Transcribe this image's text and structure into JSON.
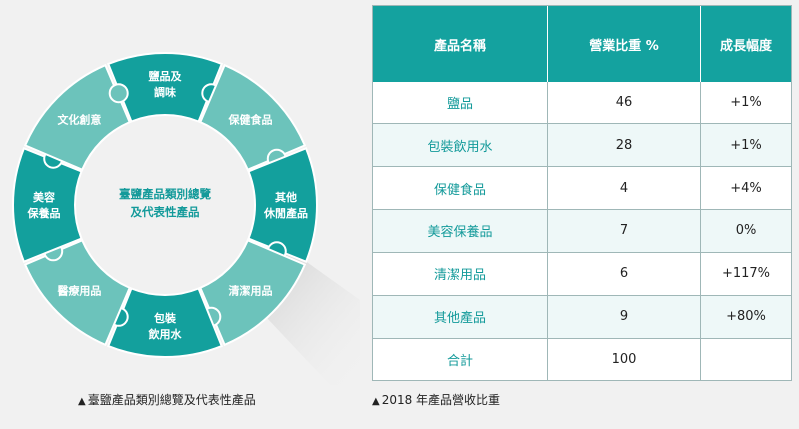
{
  "diagram": {
    "center_line1": "臺鹽產品類別總覽",
    "center_line2": "及代表性產品",
    "segments": [
      {
        "lines": [
          "鹽品及",
          "調味"
        ],
        "color": "#13a09d"
      },
      {
        "lines": [
          "保健食品"
        ],
        "color": "#6cc3bb"
      },
      {
        "lines": [
          "其他",
          "休閒產品"
        ],
        "color": "#13a09d"
      },
      {
        "lines": [
          "清潔用品"
        ],
        "color": "#6cc3bb"
      },
      {
        "lines": [
          "包裝",
          "飲用水"
        ],
        "color": "#13a09d"
      },
      {
        "lines": [
          "醫療用品"
        ],
        "color": "#6cc3bb"
      },
      {
        "lines": [
          "美容",
          "保養品"
        ],
        "color": "#13a09d"
      },
      {
        "lines": [
          "文化創意"
        ],
        "color": "#6cc3bb"
      }
    ],
    "caption": "臺鹽產品類別總覽及代表性產品"
  },
  "table": {
    "headers": [
      "產品名稱",
      "營業比重 %",
      "成長幅度"
    ],
    "rows": [
      [
        "鹽品",
        "46",
        "+1%"
      ],
      [
        "包裝飲用水",
        "28",
        "+1%"
      ],
      [
        "保健食品",
        "4",
        "+4%"
      ],
      [
        "美容保養品",
        "7",
        "0%"
      ],
      [
        "清潔用品",
        "6",
        "+117%"
      ],
      [
        "其他產品",
        "9",
        "+80%"
      ],
      [
        "合計",
        "100",
        ""
      ]
    ],
    "caption": "2018 年產品營收比重"
  },
  "colors": {
    "dark_teal": "#13a09d",
    "light_teal": "#6cc3bb",
    "header": "#14a29f"
  }
}
